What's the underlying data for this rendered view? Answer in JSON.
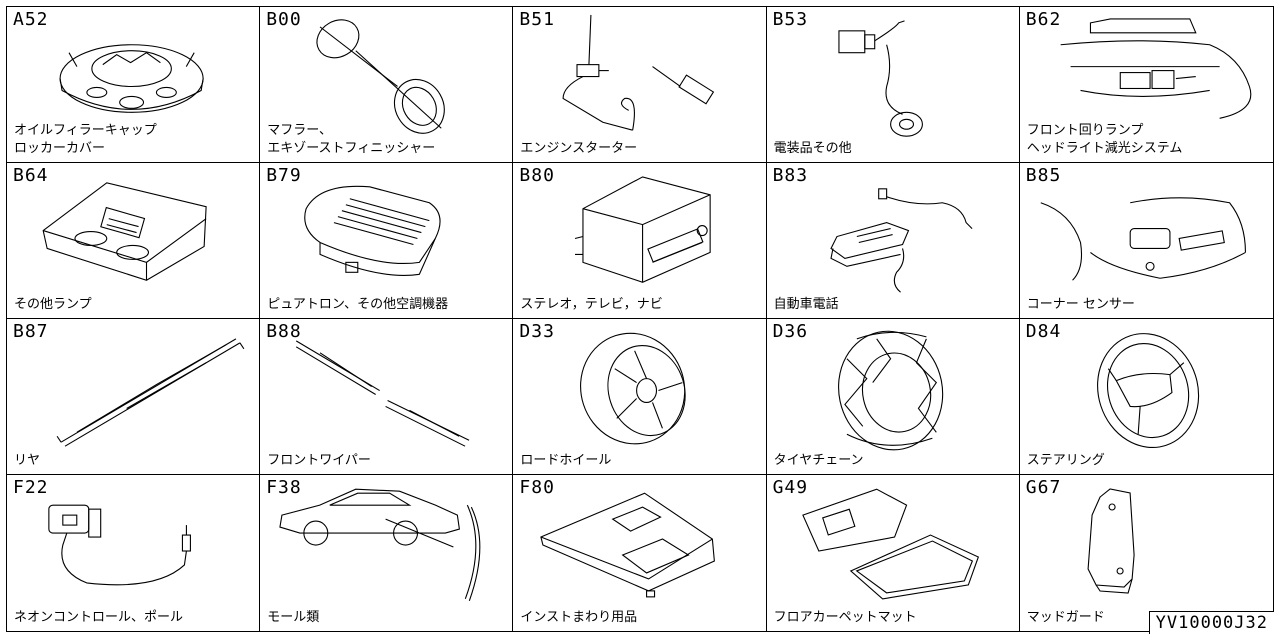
{
  "figure_code": "YV10000J32",
  "cells": [
    {
      "code": "A52",
      "label": "オイルフィラーキャップ\nロッカーカバー",
      "icon": "oil-filler-cap-icon"
    },
    {
      "code": "B00",
      "label": "マフラー、\nエキゾーストフィニッシャー",
      "icon": "muffler-finisher-icon"
    },
    {
      "code": "B51",
      "label": "エンジンスターター",
      "icon": "engine-starter-icon"
    },
    {
      "code": "B53",
      "label": "電装品その他",
      "icon": "electrical-parts-icon"
    },
    {
      "code": "B62",
      "label": "フロント回りランプ\nヘッドライト減光システム",
      "icon": "front-lamp-icon"
    },
    {
      "code": "B64",
      "label": "その他ランプ",
      "icon": "room-lamp-icon"
    },
    {
      "code": "B79",
      "label": "ピュアトロン、その他空調機器",
      "icon": "air-purifier-icon"
    },
    {
      "code": "B80",
      "label": "ステレオ，テレビ，ナビ",
      "icon": "car-stereo-icon"
    },
    {
      "code": "B83",
      "label": "自動車電話",
      "icon": "car-phone-icon"
    },
    {
      "code": "B85",
      "label": "コーナー センサー",
      "icon": "corner-sensor-icon"
    },
    {
      "code": "B87",
      "label": "リヤ",
      "icon": "rear-wiper-icon"
    },
    {
      "code": "B88",
      "label": "フロントワイパー",
      "icon": "front-wiper-icon"
    },
    {
      "code": "D33",
      "label": "ロードホイール",
      "icon": "road-wheel-icon"
    },
    {
      "code": "D36",
      "label": "タイヤチェーン",
      "icon": "tire-chain-icon"
    },
    {
      "code": "D84",
      "label": "ステアリング",
      "icon": "steering-wheel-icon"
    },
    {
      "code": "F22",
      "label": "ネオンコントロール、ポール",
      "icon": "neon-control-icon"
    },
    {
      "code": "F38",
      "label": "モール類",
      "icon": "moulding-icon"
    },
    {
      "code": "F80",
      "label": "インストまわり用品",
      "icon": "instrument-panel-icon"
    },
    {
      "code": "G49",
      "label": "フロアカーペットマット",
      "icon": "floor-mat-icon"
    },
    {
      "code": "G67",
      "label": "マッドガード",
      "icon": "mud-guard-icon"
    }
  ]
}
